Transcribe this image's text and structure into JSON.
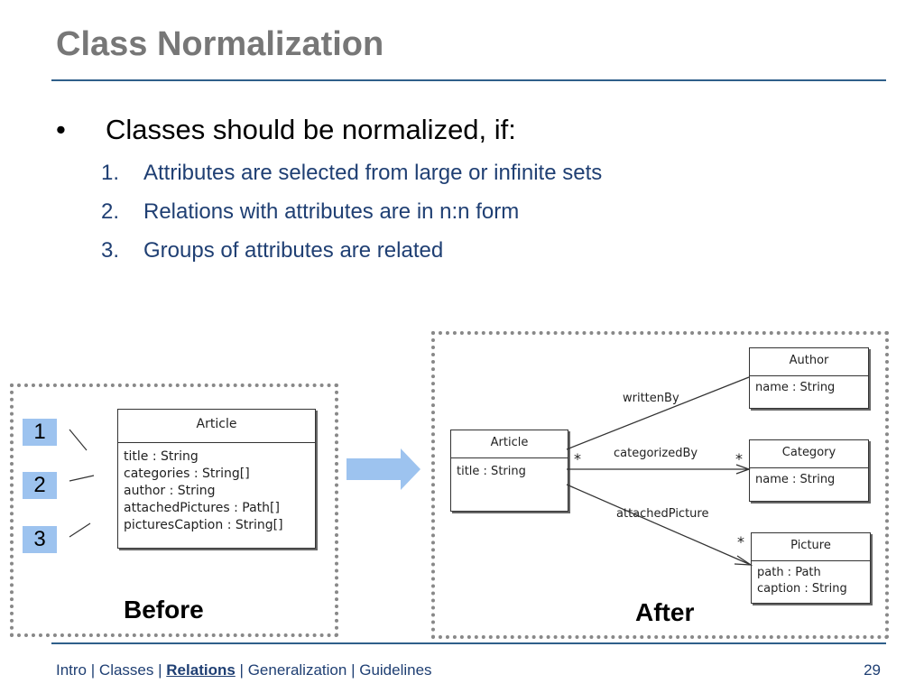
{
  "slide": {
    "title": "Class Normalization",
    "bullet": "Classes should be normalized, if:",
    "bullet_symbol": "•",
    "conditions": [
      {
        "num": "1.",
        "text": "Attributes are selected from large or infinite sets"
      },
      {
        "num": "2.",
        "text": "Relations with attributes are in n:n form"
      },
      {
        "num": "3.",
        "text": "Groups of attributes are related"
      }
    ]
  },
  "before": {
    "label": "Before",
    "badges": [
      "1",
      "2",
      "3"
    ],
    "article": {
      "name": "Article",
      "attributes": [
        "title : String",
        "categories : String[]",
        "author  : String",
        "attachedPictures : Path[]",
        "picturesCaption : String[]"
      ]
    }
  },
  "after": {
    "label": "After",
    "article": {
      "name": "Article",
      "attributes": [
        "title : String"
      ]
    },
    "author": {
      "name": "Author",
      "attributes": [
        "name : String"
      ]
    },
    "category": {
      "name": "Category",
      "attributes": [
        "name : String"
      ]
    },
    "picture": {
      "name": "Picture",
      "attributes": [
        "path : Path",
        "caption : String"
      ]
    },
    "relations": {
      "written_by": "writtenBy",
      "categorized_by": "categorizedBy",
      "attached_picture": "attachedPicture",
      "multiplicity": "*"
    }
  },
  "footer": {
    "nav": [
      {
        "label": "Intro",
        "active": false
      },
      {
        "label": "Classes",
        "active": false
      },
      {
        "label": "Relations",
        "active": true
      },
      {
        "label": "Generalization",
        "active": false
      },
      {
        "label": "Guidelines",
        "active": false
      }
    ],
    "separator": "|",
    "page_number": "29"
  },
  "colors": {
    "title": "#777777",
    "accent_line": "#2f5f8a",
    "list_text": "#1f3f73",
    "badge_fill": "#9dc3ef",
    "arrow_fill": "#9dc3ef"
  }
}
